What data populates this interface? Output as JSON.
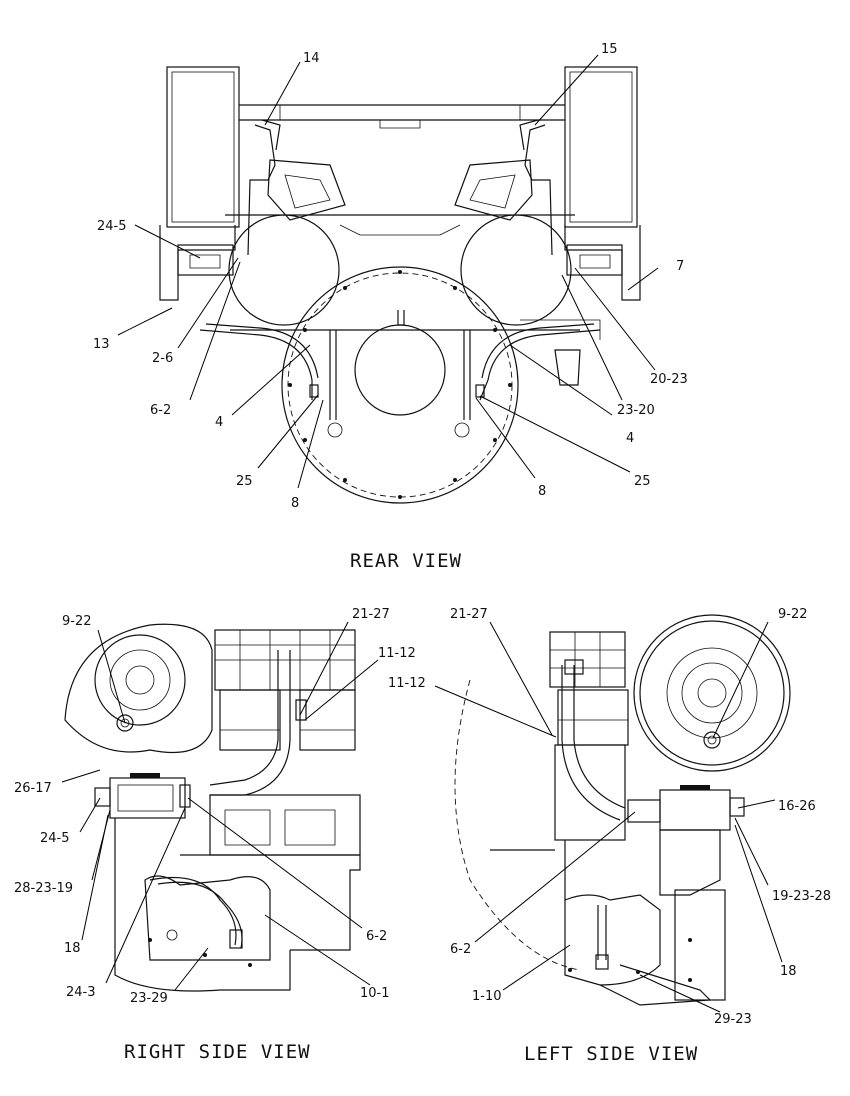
{
  "views": {
    "rear": {
      "title": "REAR VIEW",
      "callouts": [
        "14",
        "15",
        "24-5",
        "7",
        "13",
        "2-6",
        "20-23",
        "6-2",
        "23-20",
        "4",
        "4",
        "25",
        "8",
        "8",
        "25"
      ]
    },
    "right": {
      "title": "RIGHT SIDE VIEW",
      "callouts": [
        "9-22",
        "21-27",
        "11-12",
        "26-17",
        "24-5",
        "28-23-19",
        "18",
        "6-2",
        "24-3",
        "23-29",
        "10-1"
      ]
    },
    "left": {
      "title": "LEFT SIDE VIEW",
      "callouts": [
        "21-27",
        "9-22",
        "11-12",
        "16-26",
        "19-23-28",
        "6-2",
        "18",
        "1-10",
        "29-23"
      ]
    }
  }
}
